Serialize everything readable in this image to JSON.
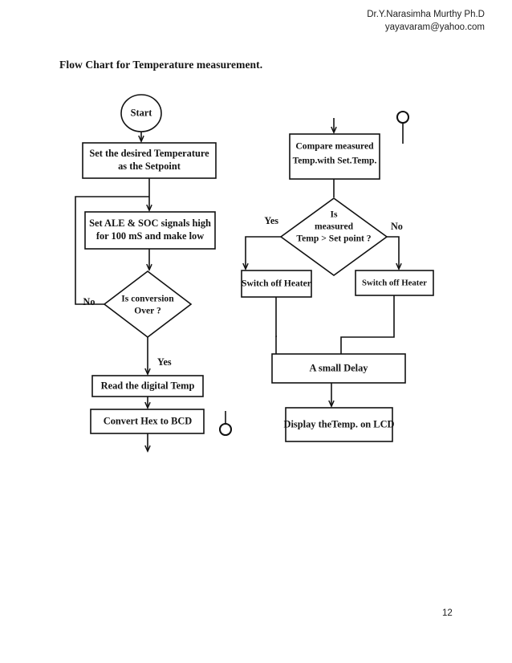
{
  "document": {
    "header": {
      "author": "Dr.Y.Narasimha Murthy Ph.D",
      "email": "yayavaram@yahoo.com"
    },
    "title": "Flow Chart for Temperature measurement.",
    "page_number": "12"
  },
  "chart_data": {
    "type": "diagram",
    "subtype": "flowchart",
    "title": "Flow Chart for Temperature measurement.",
    "orientation": "two-column, top-to-bottom",
    "colors": {
      "stroke": "#121212",
      "fill": "#ffffff",
      "text": "#141414",
      "background": "#ffffff"
    },
    "nodes": [
      {
        "id": "start",
        "shape": "terminator",
        "column": "left",
        "lines": [
          "Start"
        ]
      },
      {
        "id": "setpoint",
        "shape": "process",
        "column": "left",
        "lines": [
          "Set the desired Temperature",
          "as the Setpoint"
        ]
      },
      {
        "id": "ale_soc",
        "shape": "process",
        "column": "left",
        "lines": [
          "Set ALE & SOC signals high",
          "for 100 mS and make low"
        ]
      },
      {
        "id": "conv_done",
        "shape": "decision",
        "column": "left",
        "lines": [
          "Is conversion",
          "Over ?"
        ]
      },
      {
        "id": "read_temp",
        "shape": "process",
        "column": "left",
        "lines": [
          "Read the digital Temp"
        ]
      },
      {
        "id": "hex_to_bcd",
        "shape": "process",
        "column": "left",
        "lines": [
          "Convert Hex to BCD"
        ]
      },
      {
        "id": "connector_out",
        "shape": "connector",
        "column": "left",
        "lines": []
      },
      {
        "id": "connector_in",
        "shape": "connector",
        "column": "right",
        "lines": []
      },
      {
        "id": "compare",
        "shape": "process",
        "column": "right",
        "lines": [
          "Compare measured",
          "Temp.with Set.Temp."
        ]
      },
      {
        "id": "gt_setpoint",
        "shape": "decision",
        "column": "right",
        "lines": [
          "Is",
          "measured",
          "Temp > Set point ?"
        ]
      },
      {
        "id": "heater_off_l",
        "shape": "process",
        "column": "right",
        "lines": [
          "Switch off Heater"
        ]
      },
      {
        "id": "heater_off_r",
        "shape": "process",
        "column": "right",
        "lines": [
          "Switch off Heater"
        ]
      },
      {
        "id": "delay",
        "shape": "process",
        "column": "right",
        "lines": [
          "A small Delay"
        ]
      },
      {
        "id": "display_lcd",
        "shape": "process",
        "column": "right",
        "lines": [
          "Display theTemp. on LCD"
        ]
      }
    ],
    "edges": [
      {
        "from": "start",
        "to": "setpoint",
        "label": ""
      },
      {
        "from": "setpoint",
        "to": "ale_soc",
        "label": ""
      },
      {
        "from": "ale_soc",
        "to": "conv_done",
        "label": ""
      },
      {
        "from": "conv_done",
        "to": "ale_soc",
        "label": "No"
      },
      {
        "from": "conv_done",
        "to": "read_temp",
        "label": "Yes"
      },
      {
        "from": "read_temp",
        "to": "hex_to_bcd",
        "label": ""
      },
      {
        "from": "hex_to_bcd",
        "to": "connector_out",
        "label": ""
      },
      {
        "from": "connector_in",
        "to": "compare",
        "label": ""
      },
      {
        "from": "compare",
        "to": "gt_setpoint",
        "label": ""
      },
      {
        "from": "gt_setpoint",
        "to": "heater_off_l",
        "label": "Yes"
      },
      {
        "from": "gt_setpoint",
        "to": "heater_off_r",
        "label": "No"
      },
      {
        "from": "heater_off_l",
        "to": "delay",
        "label": ""
      },
      {
        "from": "heater_off_r",
        "to": "delay",
        "label": ""
      },
      {
        "from": "delay",
        "to": "display_lcd",
        "label": ""
      }
    ],
    "edge_labels": {
      "conv_no": "No",
      "conv_yes": "Yes",
      "cmp_yes": "Yes",
      "cmp_no": "No"
    },
    "node_text": {
      "start": "Start",
      "setpoint_l1": "Set the desired Temperature",
      "setpoint_l2": "as the Setpoint",
      "ale_l1": "Set ALE & SOC signals high",
      "ale_l2": "for 100 mS and make low",
      "conv_l1": "Is conversion",
      "conv_l2": "Over ?",
      "read_temp": "Read the digital Temp",
      "hex_bcd": "Convert Hex to BCD",
      "compare_l1": "Compare measured",
      "compare_l2": "Temp.with Set.Temp.",
      "decision_l1": "Is",
      "decision_l2": "measured",
      "decision_l3": "Temp > Set point ?",
      "heater_left": "Switch off Heater",
      "heater_right": "Switch off Heater",
      "delay": "A small Delay",
      "display": "Display theTemp. on LCD"
    }
  }
}
